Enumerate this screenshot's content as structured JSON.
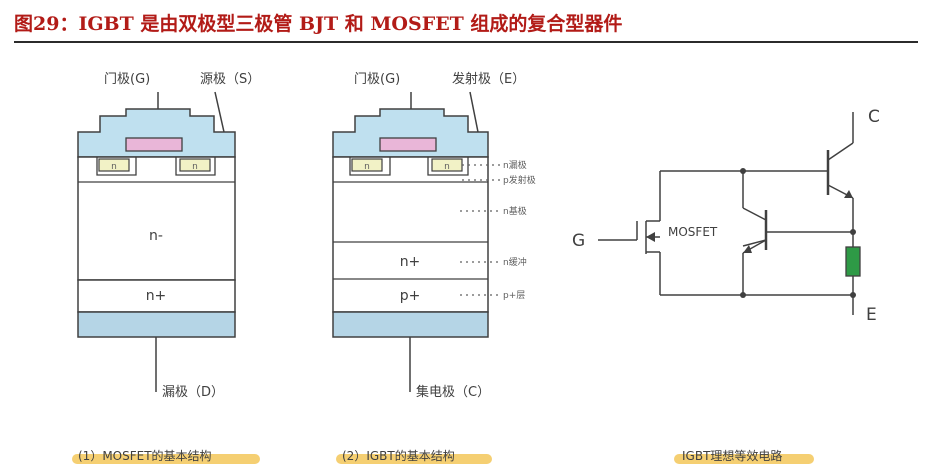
{
  "title": "图29：IGBT 是由双极型三极管 BJT 和 MOSFET 组成的复合型器件",
  "mosfet": {
    "gate": "门极(G)",
    "source": "源极（S）",
    "drain": "漏极（D）",
    "n_implant": "n",
    "n_minus": "n-",
    "n_plus": "n+",
    "caption": "(1）MOSFET的基本结构"
  },
  "igbt": {
    "gate": "门极(G)",
    "emitter": "发射极（E）",
    "collector": "集电极（C）",
    "n_implant": "n",
    "n_plus": "n+",
    "p_plus": "p+",
    "annotations": [
      "n漏极",
      "p发射极",
      "n基极",
      "n缓冲",
      "p+层"
    ],
    "caption": "(2）IGBT的基本结构"
  },
  "circuit": {
    "c": "C",
    "g": "G",
    "e": "E",
    "mosfet": "MOSFET",
    "caption": "IGBT理想等效电路"
  },
  "colors": {
    "title": "#b21b17",
    "oxide": "#bfe0ef",
    "gate_poly": "#e9b6d8",
    "n_implant": "#f2f2c6",
    "metal": "#b5d5e6",
    "caption_highlight": "#f5cf72",
    "resistor": "#2e9a46"
  }
}
